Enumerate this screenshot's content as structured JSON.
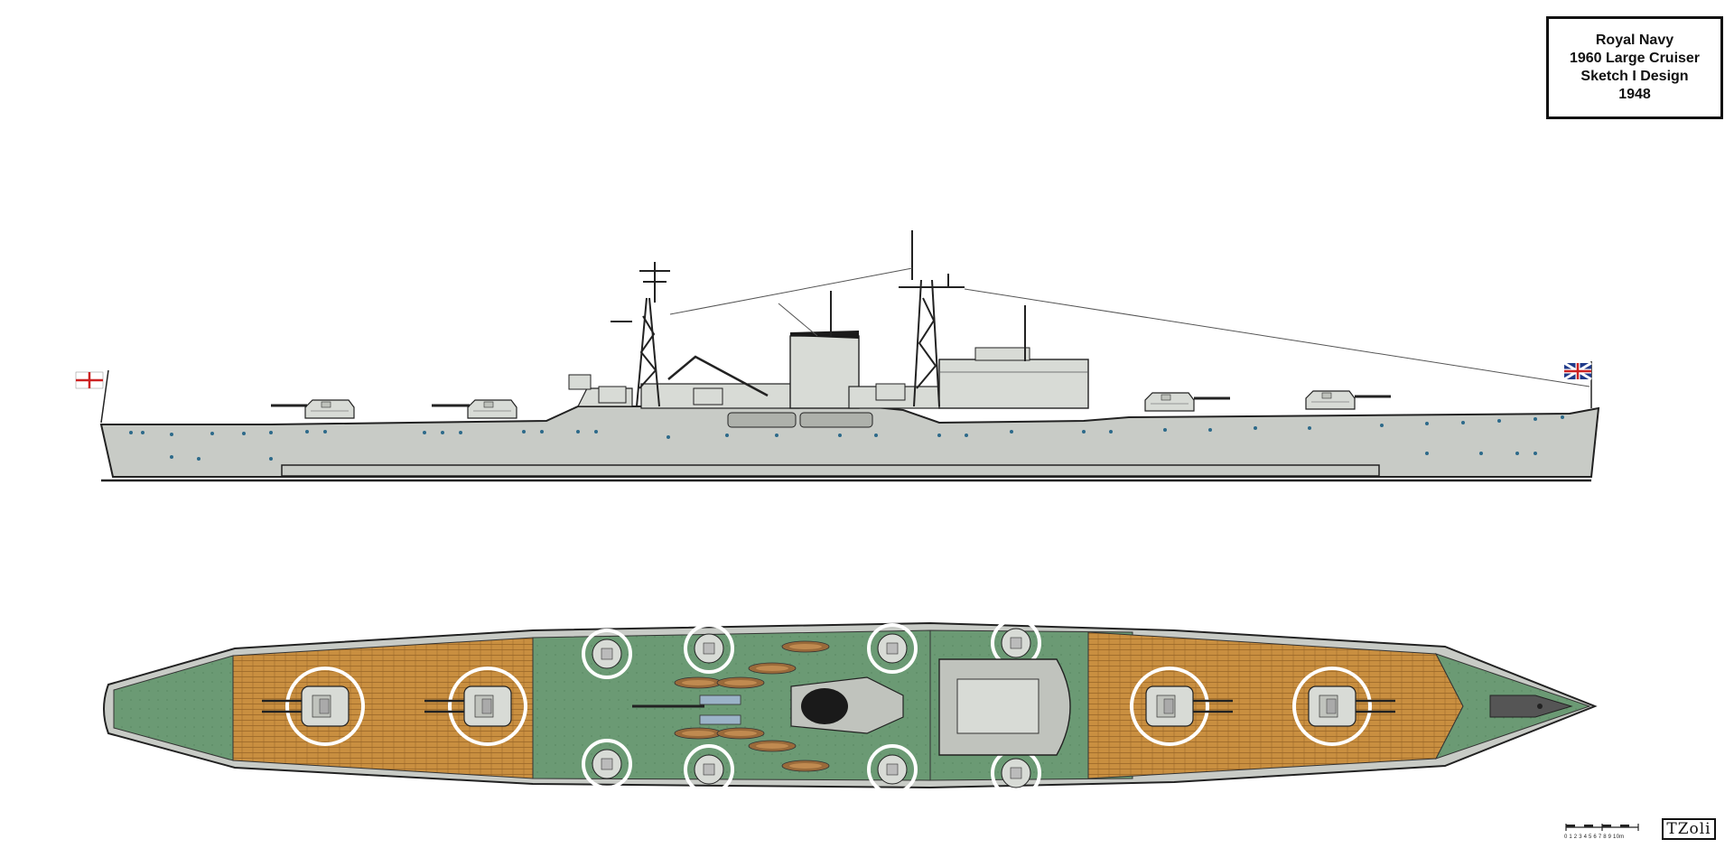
{
  "title_box": {
    "line1": "Royal Navy",
    "line2": "1960 Large Cruiser",
    "line3": "Sketch I Design",
    "line4": "1948"
  },
  "scale": {
    "label": "0 1 2 3 4 5 6 7 8 9 10m"
  },
  "signature": "TZoli",
  "colors": {
    "hull_grey": "#c8cbc6",
    "deck_wood": "#c98f40",
    "deck_green": "#6b9a74",
    "outline": "#222222",
    "porthole": "#2d6a8a",
    "ensign_red": "#cc2222",
    "jack_blue": "#1f3a8a"
  },
  "icons": {
    "white_ensign": "flag-icon",
    "union_jack": "flag-icon"
  }
}
